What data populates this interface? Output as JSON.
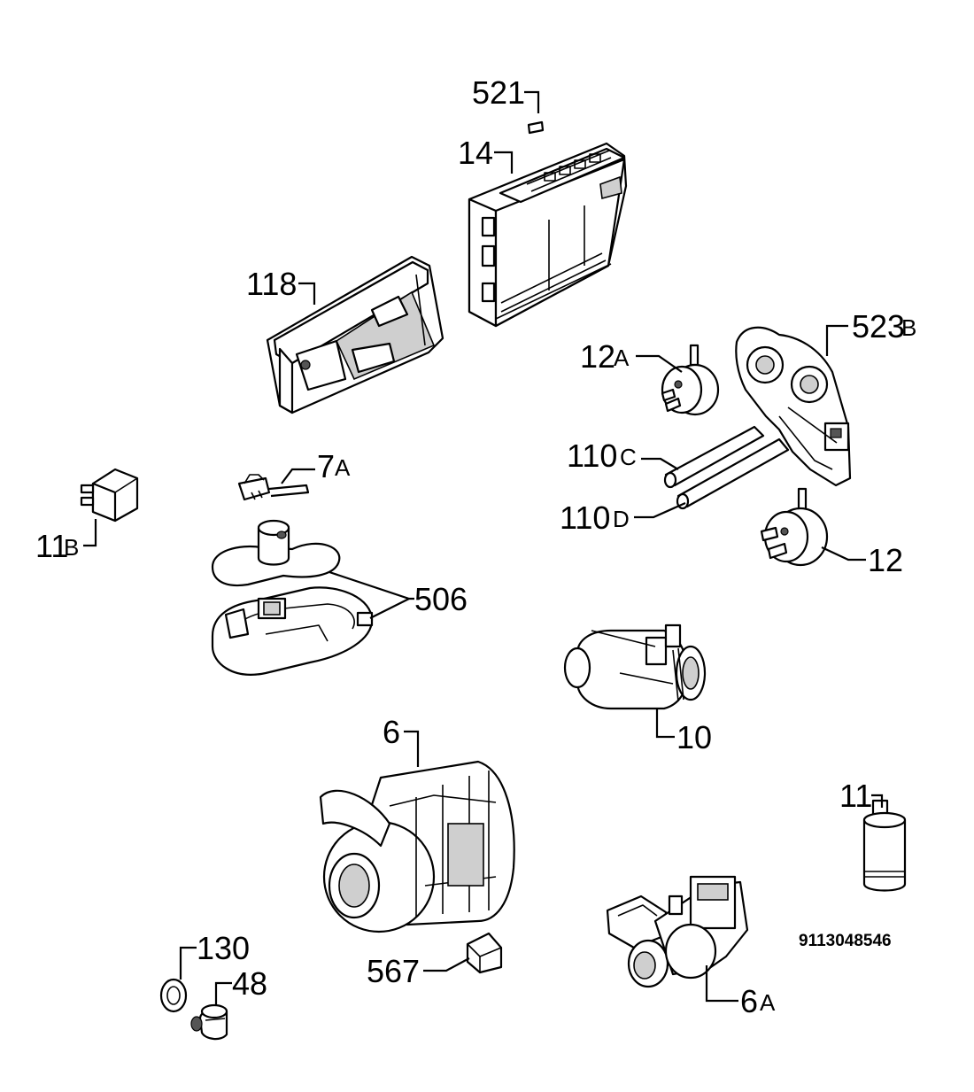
{
  "labels": {
    "p521": "521",
    "p14": "14",
    "p118": "118",
    "p12a": "12",
    "p12a_sfx": "A",
    "p523b": "523",
    "p523b_sfx": "B",
    "p110c": "110",
    "p110c_sfx": "C",
    "p110d": "110",
    "p110d_sfx": "D",
    "p12": "12",
    "p7a": "7",
    "p7a_sfx": "A",
    "p11b": "11",
    "p11b_sfx": "B",
    "p506": "506",
    "p10": "10",
    "p6": "6",
    "p11": "11",
    "p130": "130",
    "p48": "48",
    "p567": "567",
    "p6a": "6",
    "p6a_sfx": "A"
  },
  "drawing_code": "9113048546"
}
